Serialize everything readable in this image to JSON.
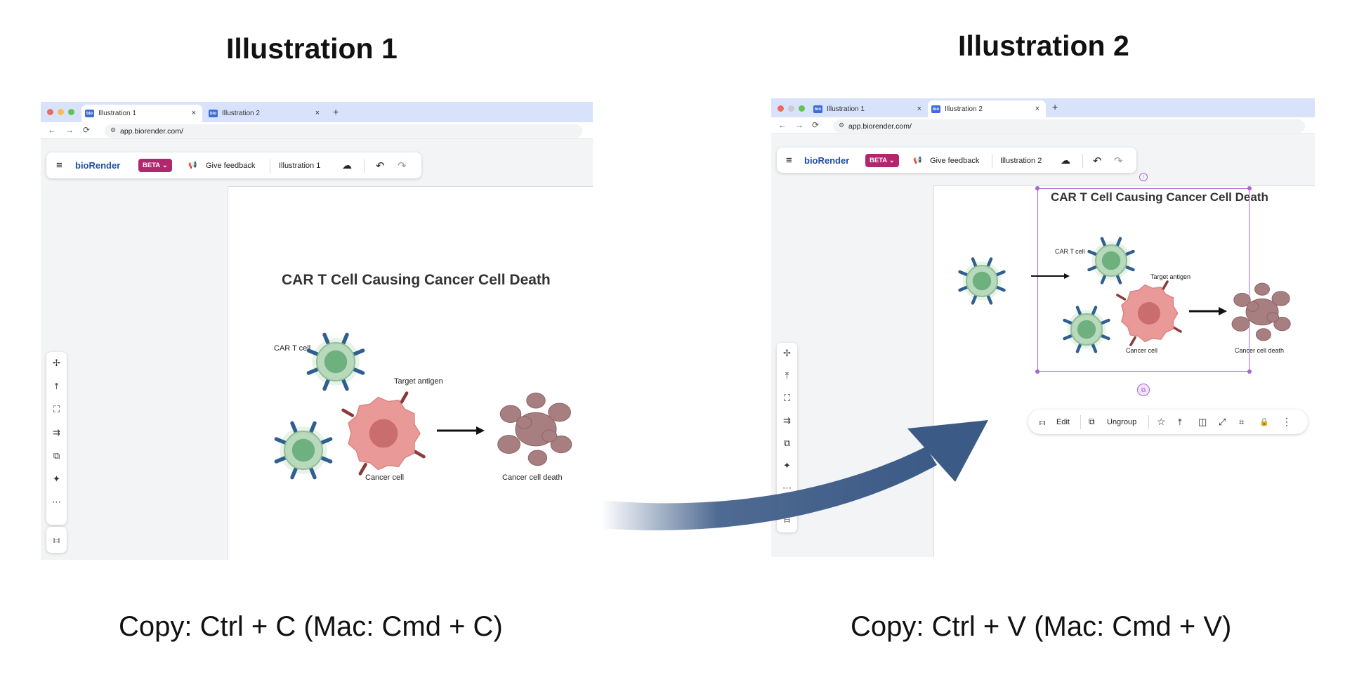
{
  "headings": {
    "left": "Illustration 1",
    "right": "Illustration 2"
  },
  "captions": {
    "left": "Copy: Ctrl + C (Mac: Cmd + C)",
    "right": "Copy: Ctrl + V (Mac: Cmd + V)"
  },
  "browser": {
    "url": "app.biorender.com/",
    "favicon_text": "bio",
    "tabs": [
      {
        "label": "Illustration 1"
      },
      {
        "label": "Illustration 2"
      }
    ],
    "close_glyph": "×",
    "new_tab_glyph": "+",
    "back_glyph": "←",
    "forward_glyph": "→",
    "reload_glyph": "⟳",
    "colors": {
      "close": "#ed6a5e",
      "minimize": "#f4bf4f",
      "maximize": "#61c554",
      "inactive": "#c9cbd0"
    }
  },
  "app": {
    "brand": "bioRender",
    "beta_label": "BETA",
    "beta_chevron": "⌄",
    "feedback_label": "Give feedback",
    "doc_title_1": "Illustration 1",
    "doc_title_2": "Illustration 2",
    "menu_glyph": "≡",
    "megaphone_glyph": "📢",
    "cloud_glyph": "☁",
    "undo_glyph": "↶",
    "redo_glyph": "↷",
    "brand_color": "#1f4ea8",
    "beta_color": "#b1276d"
  },
  "left_tools": [
    "✢",
    "⤒",
    "⛶",
    "⇉",
    "⧉",
    "✦",
    "⋯"
  ],
  "settings_tool": "⧦",
  "figure": {
    "title": "CAR T Cell Causing Cancer Cell Death",
    "label_car_t": "CAR T cell",
    "label_target": "Target antigen",
    "label_cancer": "Cancer cell",
    "label_death": "Cancer cell death"
  },
  "context_toolbar": {
    "edit_label": "Edit",
    "ungroup_label": "Ungroup",
    "edit_glyph": "⧦",
    "ungroup_glyph": "⧉",
    "star_glyph": "☆",
    "upload_glyph": "⤒",
    "flip_glyph": "◫",
    "resize_glyph": "⤢",
    "crop_glyph": "⌗",
    "lock_glyph": "🔒",
    "more_glyph": "⋮"
  },
  "colors": {
    "arrow": "#3b5a86",
    "selection": "#a566d1",
    "tcell_outer": "#b9d9bd",
    "tcell_inner": "#6fb07f",
    "receptor": "#2f5f8e",
    "cancer": "#e99a98",
    "cancer_core": "#c96d6f",
    "death": "#a87f80"
  }
}
